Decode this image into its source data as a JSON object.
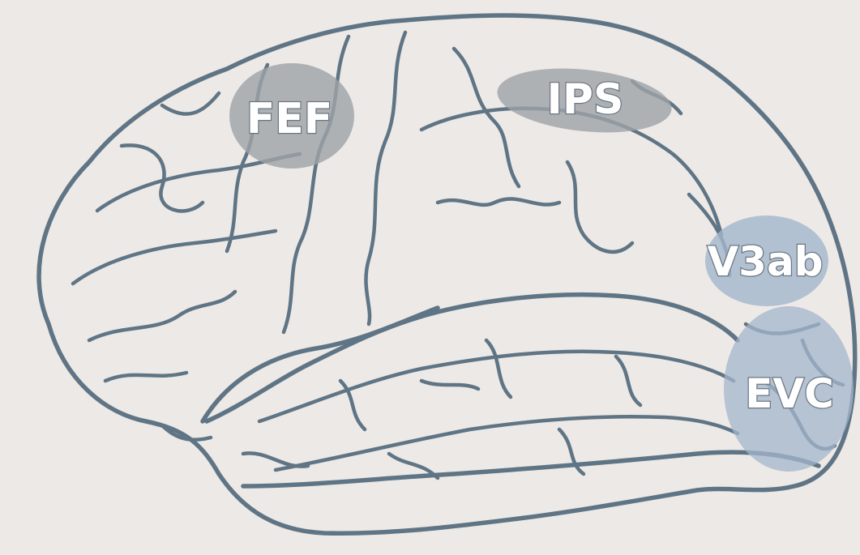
{
  "colors": {
    "background": "#ede9e6",
    "brain_line": "#5f7585",
    "frontal_parietal_region": "#9ea3a8",
    "visual_region": "#a3b6cc"
  },
  "regions": [
    {
      "id": "fef",
      "label": "FEF",
      "color_group": "frontal_parietal_region"
    },
    {
      "id": "ips",
      "label": "IPS",
      "color_group": "frontal_parietal_region"
    },
    {
      "id": "v3ab",
      "label": "V3ab",
      "color_group": "visual_region"
    },
    {
      "id": "evc",
      "label": "EVC",
      "color_group": "visual_region"
    }
  ]
}
